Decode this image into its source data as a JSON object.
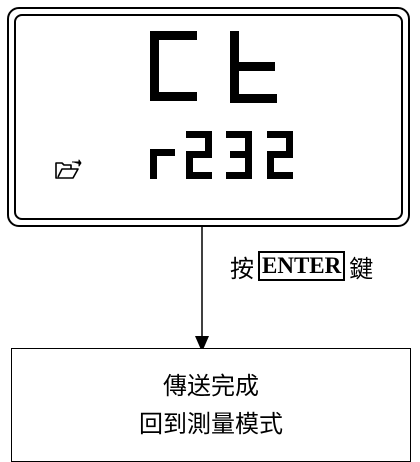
{
  "lcd": {
    "line1": "Ct",
    "line2": "r232",
    "indicator_icon": "folder-open-arrow-icon"
  },
  "instruction": {
    "prefix": "按",
    "key": "ENTER",
    "suffix": "鍵"
  },
  "result": {
    "line1": "傳送完成",
    "line2": "回到測量模式"
  }
}
